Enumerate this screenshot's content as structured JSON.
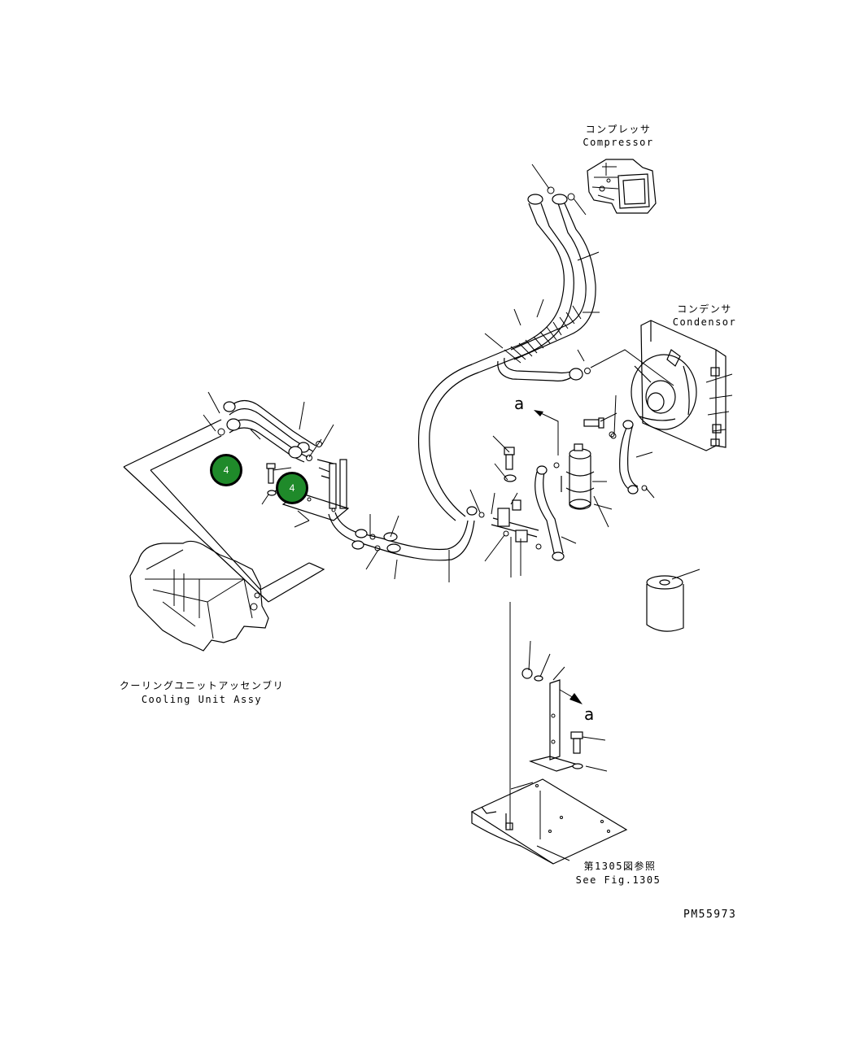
{
  "labels": {
    "compressor_jp": "コンプレッサ",
    "compressor_en": "Compressor",
    "condenser_jp": "コンデンサ",
    "condenser_en": "Condensor",
    "cooling_jp": "クーリングユニットアッセンブリ",
    "cooling_en": "Cooling Unit Assy",
    "see_fig_jp": "第1305図参照",
    "see_fig_en": "See Fig.1305",
    "drawing_no": "PM55973",
    "view_letter_top": "a",
    "view_letter_bottom": "a"
  },
  "callouts": [
    {
      "number": "4",
      "color": "#1f8a2a"
    },
    {
      "number": "4",
      "color": "#1f8a2a"
    }
  ]
}
